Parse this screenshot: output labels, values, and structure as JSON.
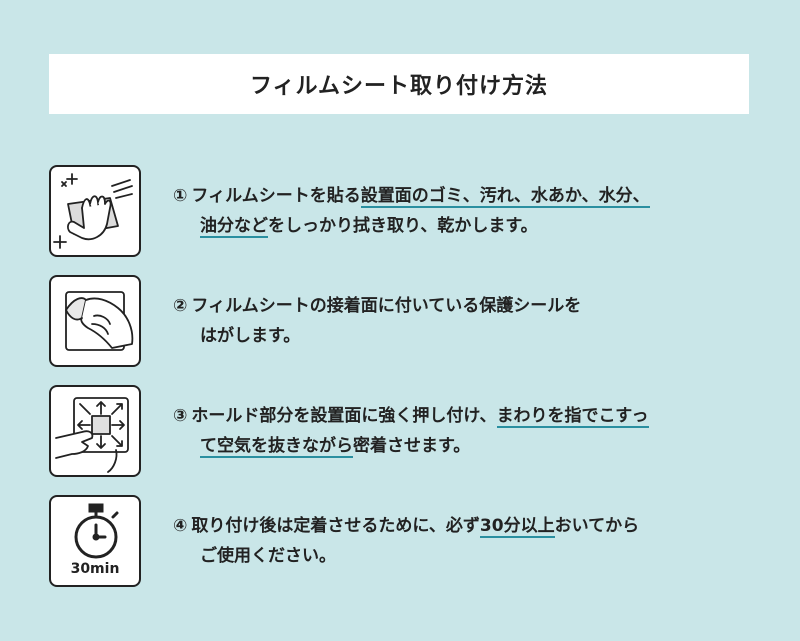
{
  "title": "フィルムシート取り付け方法",
  "steps": [
    {
      "num": "①",
      "line1_a": "フィルムシートを貼る",
      "line1_b": "設置面のゴミ、汚れ、水あか、水分、",
      "line2_a": "油分など",
      "line2_b": "をしっかり拭き取り、乾かします。",
      "icon": "wiping-hand-icon"
    },
    {
      "num": "②",
      "line1": "フィルムシートの接着面に付いている保護シールを",
      "line2": "はがします。",
      "icon": "peeling-film-icon"
    },
    {
      "num": "③",
      "line1_a": "ホールド部分を設置面に強く押し付け、",
      "line1_b": "まわりを指でこすっ",
      "line2_a": "て空気を抜きながら",
      "line2_b": "密着させます。",
      "icon": "press-air-out-icon"
    },
    {
      "num": "④",
      "line1_a": "取り付け後は定着させるために、必ず",
      "line1_b": "30分以上",
      "line1_c": "おいてから",
      "line2": "ご使用ください。",
      "icon": "stopwatch-icon",
      "icon_label": "30min"
    }
  ],
  "colors": {
    "background": "#c9e6e8",
    "underline": "#2a8fa0",
    "panel": "#ffffff"
  }
}
